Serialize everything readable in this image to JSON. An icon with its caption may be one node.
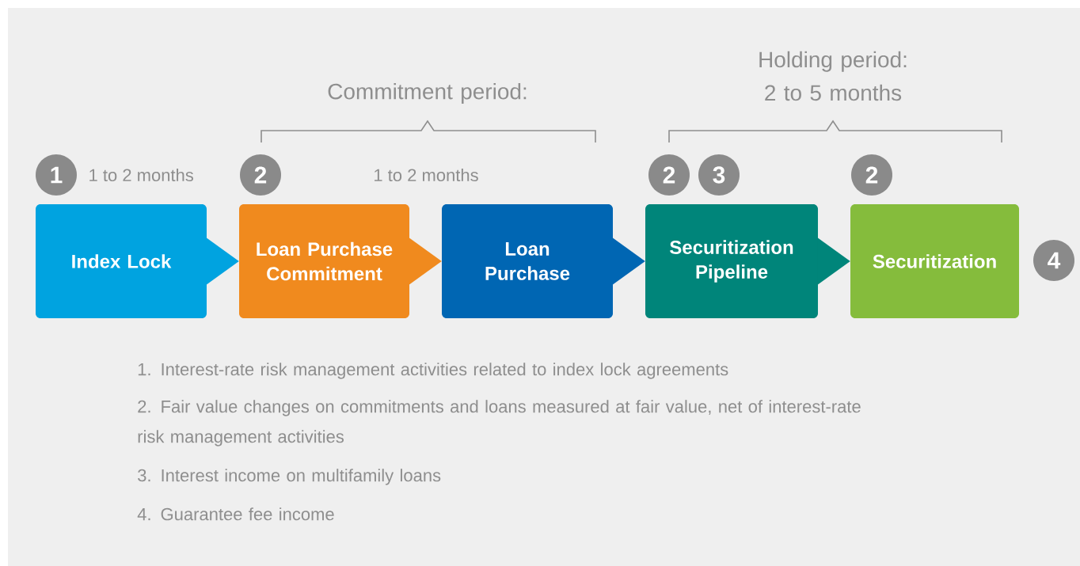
{
  "diagram": {
    "nodes": [
      {
        "text": [
          "Index Lock"
        ]
      },
      {
        "text": [
          "Loan Purchase Commitment"
        ]
      },
      {
        "text": [
          "Loan Purchase"
        ]
      },
      {
        "text": [
          "Securitization Pipeline"
        ]
      },
      {
        "text": [
          "Securitization"
        ]
      }
    ],
    "edges": [
      {
        "from": 0,
        "to": 1,
        "arrow": "to"
      },
      {
        "from": 1,
        "to": 2,
        "arrow": "to"
      },
      {
        "from": 2,
        "to": 3,
        "arrow": "to"
      },
      {
        "from": 3,
        "to": 4,
        "arrow": "to"
      }
    ],
    "labels": [
      "Holding period: 2 to 5 months",
      "Commitment period:",
      "1",
      "1 to 2 months",
      "2",
      "1 to 2 months",
      "2",
      "3",
      "2",
      "4",
      "1. Interest-rate risk management activities related to index lock agreements",
      "2. Fair value changes on commitments and loans measured at fair value, net of interest-rate risk management activities",
      "3. Interest income on multifamily loans",
      "4. Guarantee fee income"
    ]
  }
}
